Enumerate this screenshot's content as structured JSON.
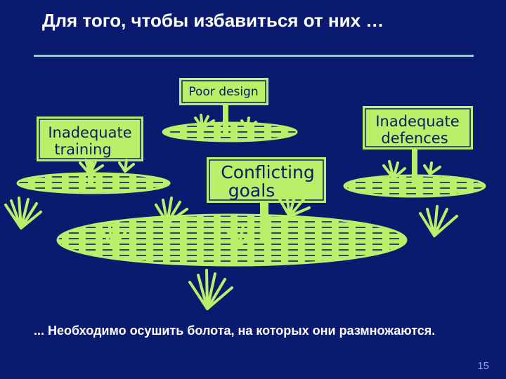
{
  "slide": {
    "title": "Для того, чтобы избавиться от них …",
    "caption": "... Необходимо осушить болота, на которых они размножаются.",
    "page_number": "15"
  },
  "signs": {
    "poor_design": "Poor design",
    "inadequate_training_line1": "Inadequate",
    "inadequate_training_line2": "training",
    "inadequate_defences_line1": "Inadequate",
    "inadequate_defences_line2": "defences",
    "conflicting_goals_line1": "Conflicting",
    "conflicting_goals_line2": "goals"
  },
  "colors": {
    "background": "#0a1a6e",
    "drawing": "#b8f06a",
    "text": "#ffffff",
    "page_number": "#7fb2e5"
  }
}
